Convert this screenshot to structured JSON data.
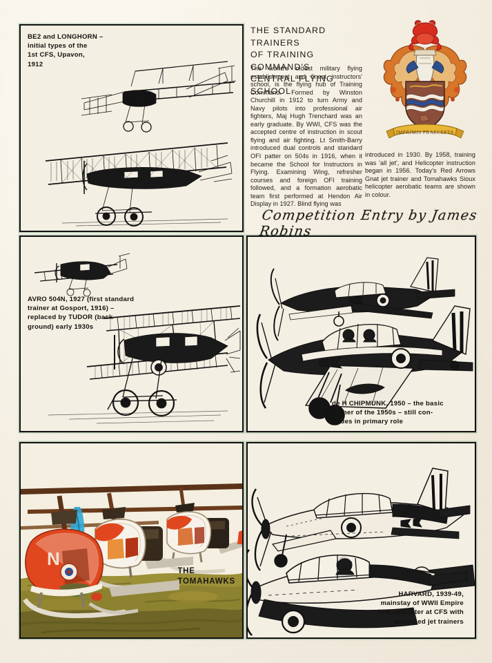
{
  "page": {
    "background_color": "#f6f1e5",
    "border_color": "#121212",
    "registration_green": "#2e6e3c"
  },
  "header": {
    "headline": "THE STANDARD TRAINERS\nOF TRAINING COMMAND'S\nCENTRAL FLYING SCHOOL",
    "body_column_1": "The world's oldest military flying establishment and finest instructors' school, is the flying hub of Training Command.  Formed by Winston Churchill in 1912 to turn Army and Navy pilots into professional air fighters, Maj Hugh Trenchard was an early graduate.  By WWI, CFS was the accepted centre of instruction in scout flying and air fighting. Lt Smith-Barry introduced dual controls and standard OFI patter on 504s in 1916, when it became the School for Instructors in Flying. Examining Wing, refresher courses and foreign OFI training followed, and a formation aerobatic team first performed at Hendon Air Display in 1927.  Blind flying was",
    "body_column_2": "introduced in 1930.   By 1958, training was 'all jet', and Helicopter instruction began in 1956.  Today's Red Arrows Gnat jet trainer and Tomahawks Sioux helicopter aerobatic teams are shown in colour.",
    "signature": "Competition Entry by James Robins"
  },
  "crest": {
    "name": "central-flying-school-coat-of-arms",
    "motto": "IMPRIMIS PRAECEPTA",
    "colors": {
      "crest_bird": "#d62d1f",
      "mantling": "#d8762a",
      "mantling_light": "#e5c49a",
      "shield_field": "#8a4e3a",
      "shield_wave_blue": "#2f4f8f",
      "shield_wave_white": "#f2ece0",
      "scroll": "#e8b534"
    }
  },
  "panels": [
    {
      "id": "be2-longhorn",
      "caption": "BE2 and LONGHORN –\ninitial types of the\n1st CFS, Upavon,\n1912",
      "caption_align": "left",
      "art_style": "pen-and-ink line drawing",
      "subject": "BE2 and Farman Longhorn biplanes"
    },
    {
      "id": "avro-504n",
      "caption": "AVRO 504N, 1927 (first standard\ntrainer at Gosport, 1916) –\nreplaced by TUDOR (back-\nground) early 1930s",
      "caption_align": "left",
      "art_style": "pen-and-ink line drawing",
      "subject": "Avro 504N biplane trainer with Tudor behind"
    },
    {
      "id": "de-h-chipmunk",
      "caption": "de H CHIPMUNK, 1950 – the basic\ntrainer of the 1950s – still con-\ntinues in primary role",
      "caption_align": "left",
      "art_style": "pen-and-ink line drawing",
      "subject": "Two de Havilland Chipmunk monoplane trainers"
    },
    {
      "id": "tomahawks",
      "caption": "THE\nTOMAHAWKS",
      "caption_align": "left",
      "art_style": "full colour painting",
      "subject": "Sioux helicopters of the Tomahawks display team",
      "colors": {
        "fuselage": "#e0471e",
        "fuselage_dark": "#a32b12",
        "canopy": "#f5f0e6",
        "accent_blue": "#2fa8d6",
        "rotor": "#6b3c1c",
        "ground": "#9c9038",
        "ground_dark": "#6e6526",
        "sky": "#f4efe1",
        "engine": "#2a2118",
        "skid": "#d9d2c2"
      }
    },
    {
      "id": "harvard",
      "caption": "HARVARD, 1939-49,\nmainstay of WWII Empire\nCFS, and later at CFS with\nadvanced jet trainers",
      "caption_align": "right",
      "art_style": "pen-and-ink line drawing",
      "subject": "Two North American Harvard trainers"
    }
  ]
}
